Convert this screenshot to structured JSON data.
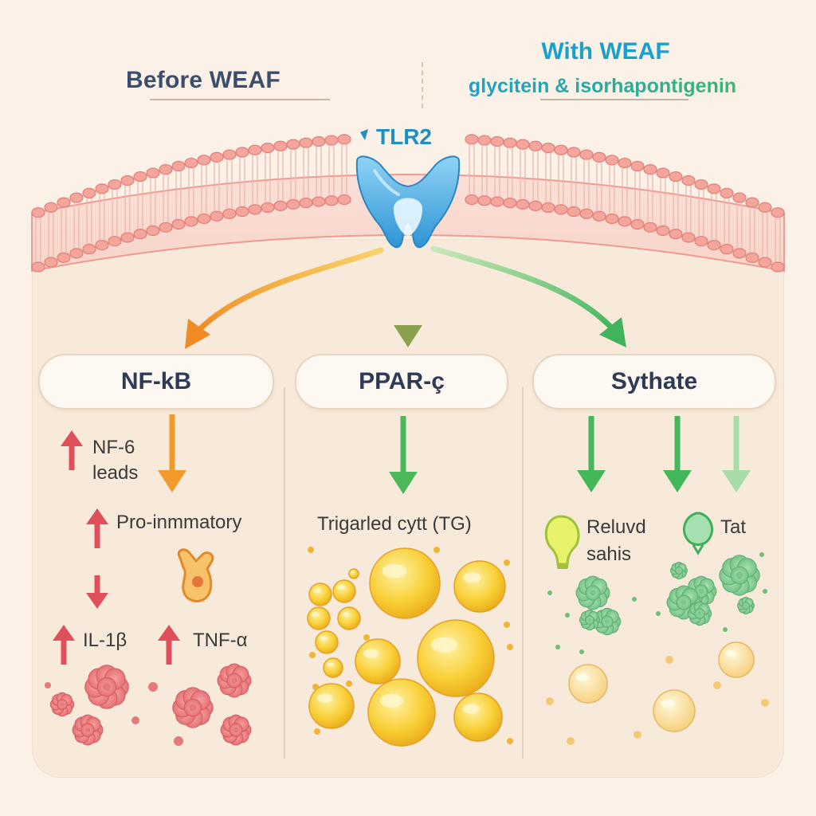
{
  "header": {
    "before_title": "Before WEAF",
    "after_title": "With WEAF",
    "after_subtitle": "glycitein & isorhapontigenin"
  },
  "receptor": {
    "label": "TLR2"
  },
  "pathways": [
    {
      "name": "NF-kB",
      "labels": {
        "row1": "NF-6",
        "row1b": "leads",
        "row2": "Pro-inmmatory",
        "il": "IL-1β",
        "tnf": "TNF-α"
      },
      "arrow_color": "#f29a2e"
    },
    {
      "name": "PPAR-ç",
      "labels": {
        "caption": "Trigarled cytt (TG)"
      },
      "arrow_color": "#4cb85c"
    },
    {
      "name": "Sythate",
      "labels": {
        "left1": "Reluvd",
        "left2": "sahis",
        "right": "Tat"
      },
      "arrow_color": "#43b85a"
    }
  ],
  "colors": {
    "background": "#fbf1e6",
    "membrane": "#f2b0a8",
    "receptor": "#4fb3e8",
    "pro_inflammatory": "#e0505a",
    "lipid": "#f7c93a",
    "reduced": "#7cc890"
  }
}
